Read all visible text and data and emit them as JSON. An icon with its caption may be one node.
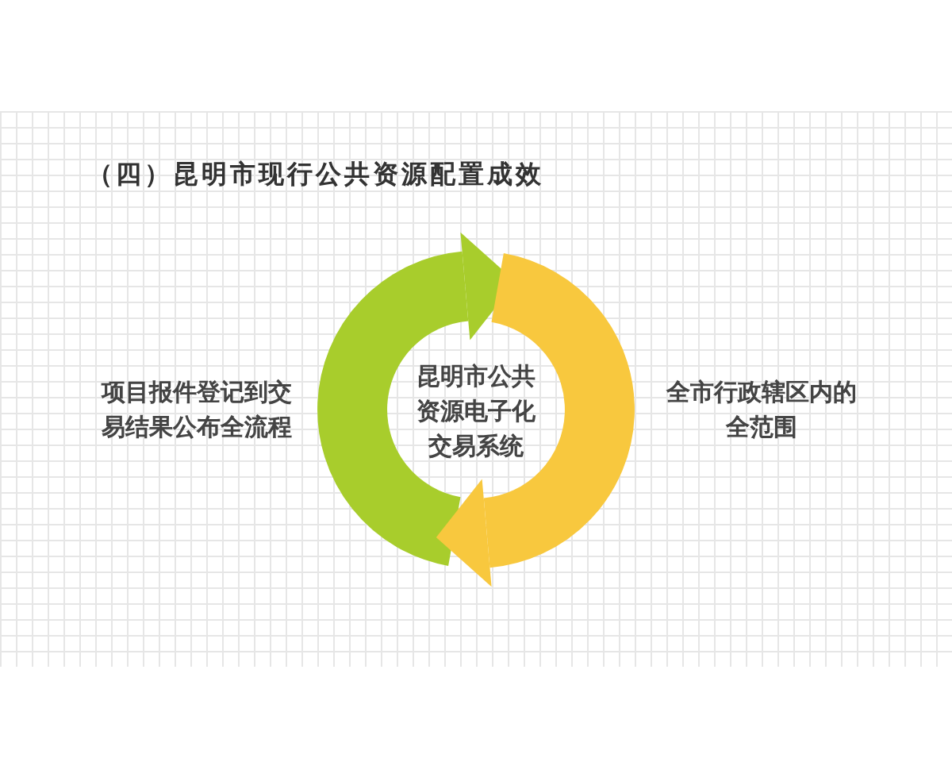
{
  "diagram": {
    "title": "（四）昆明市现行公共资源配置成效",
    "nodes": [
      {
        "text": [
          "昆明市公共资源电子化交易系统"
        ]
      }
    ],
    "labels": [
      "项目报件登记到交易结果公布全流程",
      "全市行政辖区内的全范围"
    ]
  }
}
